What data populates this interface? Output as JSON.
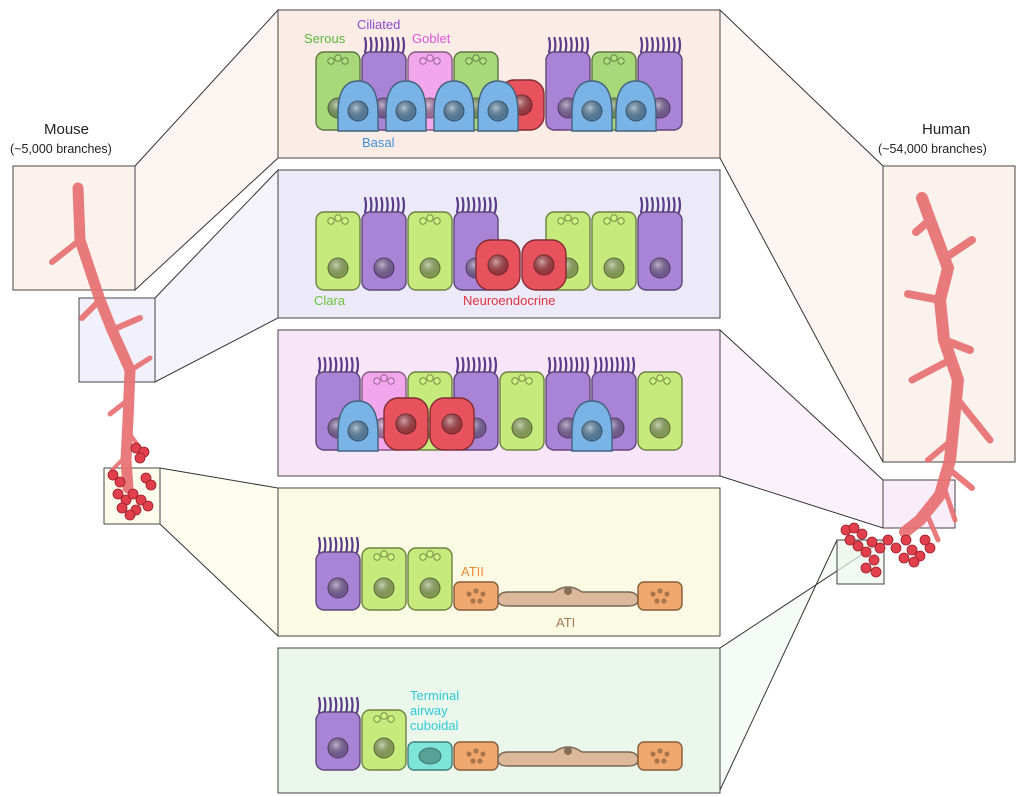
{
  "mouse": {
    "name": "Mouse",
    "branches": "(~5,000 branches)"
  },
  "human": {
    "name": "Human",
    "branches": "(~54,000 branches)"
  },
  "cell_labels": {
    "serous": "Serous",
    "ciliated": "Ciliated",
    "goblet": "Goblet",
    "basal": "Basal",
    "clara": "Clara",
    "neuroendocrine": "Neuroendocrine",
    "atii": "ATII",
    "ati": "ATI",
    "terminal_line1": "Terminal",
    "terminal_line2": "airway",
    "terminal_line3": "cuboidal"
  },
  "colors": {
    "serous": "#a8d87a",
    "clara": "#c6ea7c",
    "ciliated": "#a983d6",
    "goblet": "#f2a6ec",
    "basal": "#7ab4e6",
    "neuroendocrine": "#e8525c",
    "atii": "#f0a86e",
    "ati": "#dcb99a",
    "terminal_cuboidal": "#7ee6d8",
    "airway_tree": "#e87072",
    "panel_1_bg": "#fbece6",
    "panel_2_bg": "#eceaf8",
    "panel_3_bg": "#f8e6f8",
    "panel_4_bg": "#fbfbe4",
    "panel_5_bg": "#ecf7ec"
  }
}
